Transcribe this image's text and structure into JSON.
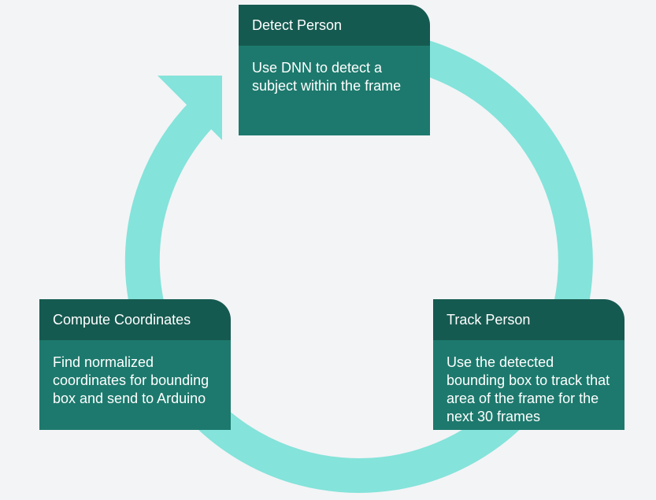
{
  "colors": {
    "background": "#f3f4f6",
    "cycle_arrow": "#84e3da",
    "card_header": "#155a50",
    "card_body": "#1d796d",
    "text": "#ffffff"
  },
  "steps": [
    {
      "title": "Detect Person",
      "description": "Use DNN to detect a subject within the frame"
    },
    {
      "title": "Track Person",
      "description": "Use the detected bounding box to track that area of the frame for the next 30 frames"
    },
    {
      "title": "Compute Coordinates",
      "description": "Find normalized coordinates for bounding box and send to Arduino"
    }
  ]
}
